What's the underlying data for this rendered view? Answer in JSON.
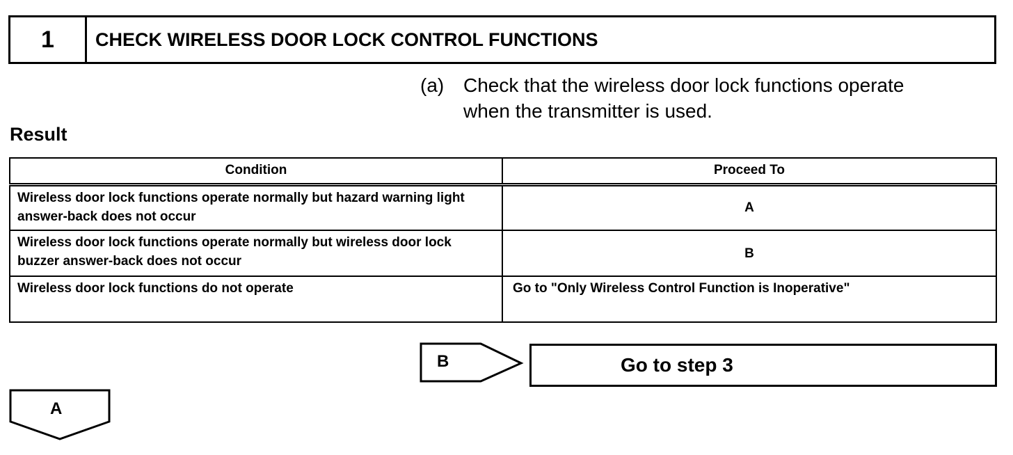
{
  "step": {
    "number": "1",
    "title": "CHECK WIRELESS DOOR LOCK CONTROL FUNCTIONS"
  },
  "instruction": {
    "marker": "(a)",
    "text": "Check that the wireless door lock functions operate when the transmitter is used."
  },
  "result": {
    "heading": "Result",
    "columns": [
      "Condition",
      "Proceed To"
    ],
    "rows": [
      {
        "condition": "Wireless door lock functions operate normally but hazard warning light answer-back does not occur",
        "proceed": "A"
      },
      {
        "condition": "Wireless door lock functions operate normally but wireless door lock buzzer answer-back does not occur",
        "proceed": "B"
      },
      {
        "condition": "Wireless door lock functions do not operate",
        "proceed": "Go to \"Only Wireless Control Function is Inoperative\""
      }
    ]
  },
  "flow": {
    "b_label": "B",
    "b_target": "Go to step 3",
    "a_label": "A"
  }
}
